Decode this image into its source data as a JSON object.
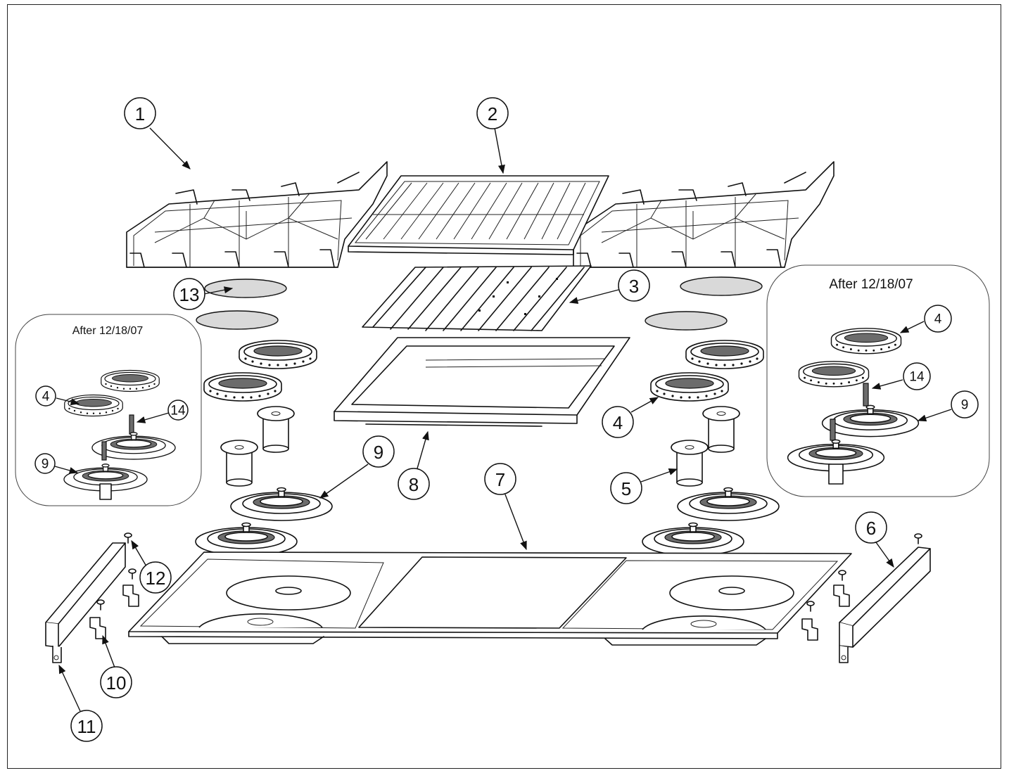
{
  "inset_left": {
    "title": "After 12/18/07"
  },
  "inset_right": {
    "title": "After 12/18/07"
  },
  "callouts": {
    "c1": "1",
    "c2": "2",
    "c3": "3",
    "c4_main": "4",
    "c5": "5",
    "c6": "6",
    "c7": "7",
    "c8": "8",
    "c9_main": "9",
    "c10": "10",
    "c11": "11",
    "c12": "12",
    "c13": "13",
    "inset_left_4": "4",
    "inset_left_14": "14",
    "inset_left_9": "9",
    "inset_right_4": "4",
    "inset_right_14": "14",
    "inset_right_9": "9"
  }
}
